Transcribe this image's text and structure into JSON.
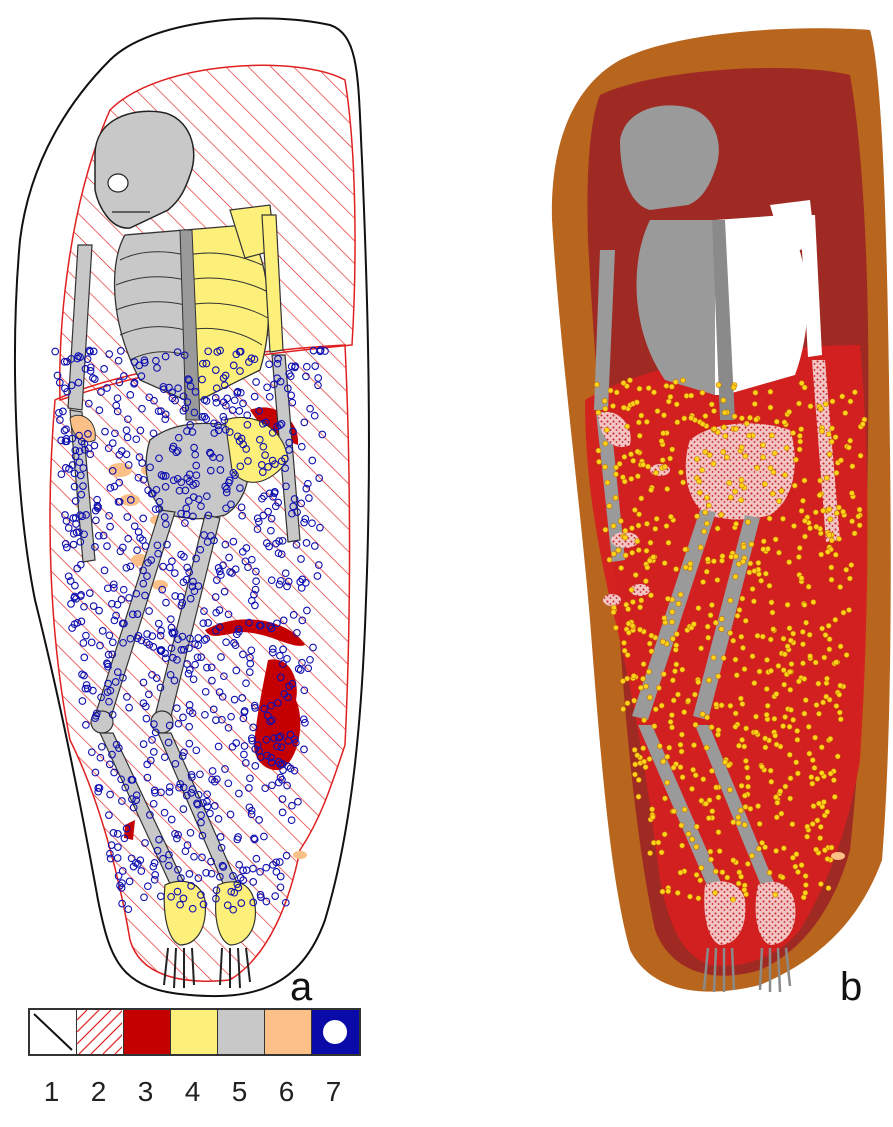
{
  "panels": [
    {
      "id": "a",
      "letter": "a"
    },
    {
      "id": "b",
      "letter": "b"
    }
  ],
  "legend": {
    "items": [
      {
        "number": "1",
        "pattern": "diagonal-line",
        "color": "#111111"
      },
      {
        "number": "2",
        "pattern": "red-hatch",
        "color": "#e02020"
      },
      {
        "number": "3",
        "pattern": "solid",
        "color": "#c40000"
      },
      {
        "number": "4",
        "pattern": "solid",
        "color": "#fdf07a"
      },
      {
        "number": "5",
        "pattern": "solid",
        "color": "#c8c8c8"
      },
      {
        "number": "6",
        "pattern": "solid",
        "color": "#fbbf88"
      },
      {
        "number": "7",
        "pattern": "dot",
        "color": "#0a0aa8"
      }
    ]
  },
  "colors": {
    "outline": "#111111",
    "hatch": "#e02020",
    "bone_grey": "#c8c8c8",
    "bone_yellow": "#fdf07a",
    "red_stain": "#c40000",
    "orange_fragment": "#fbbf88",
    "blue_point": "#1010b0",
    "pit_outer": "#b8651e",
    "pit_inner": "#9e2a23",
    "fill_red": "#d42020",
    "point_yellow": "#ffd21c",
    "bone_white": "#ffffff",
    "bone_dark_grey": "#9a9a9a"
  }
}
